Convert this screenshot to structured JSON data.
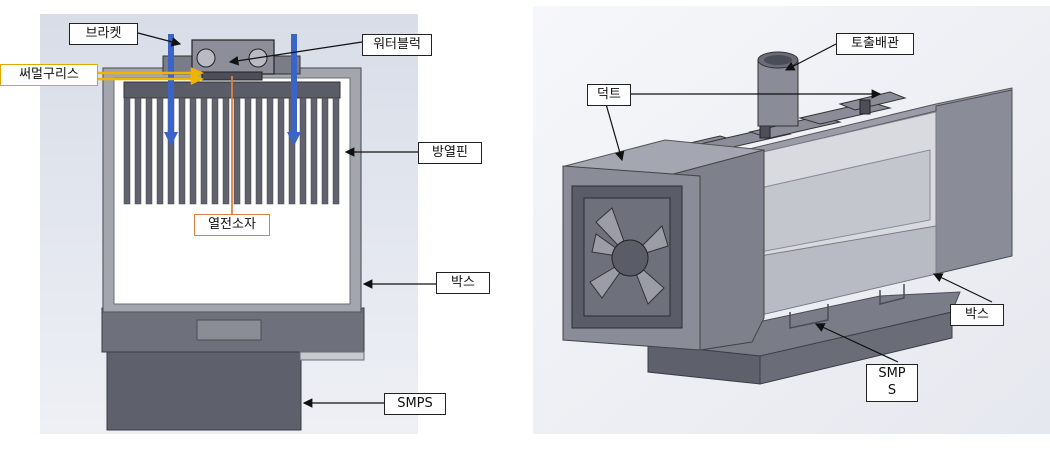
{
  "left_diagram": {
    "labels": {
      "bracket": "브라켓",
      "water_block": "워터블럭",
      "thermal_grease": "써멀구리스",
      "heat_sink_fin": "방열핀",
      "thermoelectric_element": "열전소자",
      "box": "박스",
      "smps": "SMPS"
    }
  },
  "right_diagram": {
    "labels": {
      "discharge_pipe": "토출배관",
      "duct": "덕트",
      "box": "박스",
      "smps_line1": "SMP",
      "smps_line2": "S"
    }
  },
  "colors": {
    "flow_arrow": "#3a64c8",
    "thermal_grease_arrow": "#f0b400",
    "thermoelectric_line": "#e08040",
    "model_body": "#8a8c98",
    "model_dark": "#4a4c58"
  }
}
